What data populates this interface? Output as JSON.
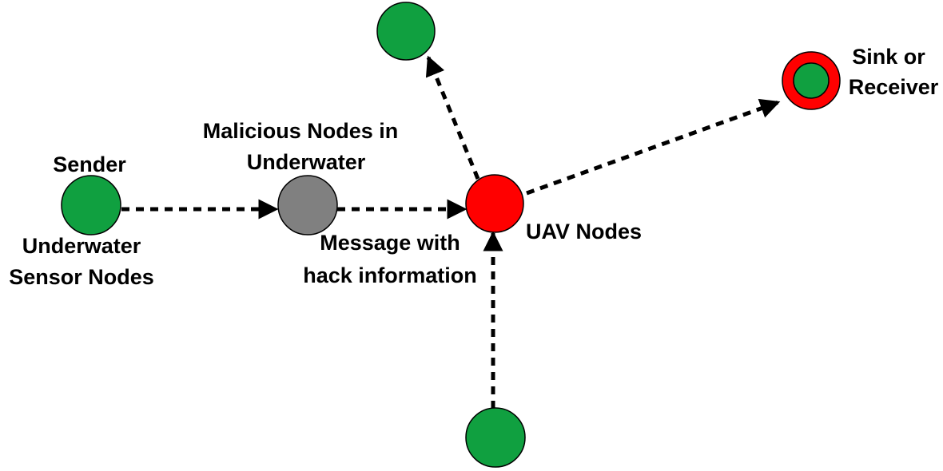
{
  "colors": {
    "sensor_node": "#10a040",
    "malicious_node": "#808080",
    "uav_node": "#ff0000",
    "sink_ring": "#ff0000",
    "sink_core": "#10a040",
    "arrow": "#000000"
  },
  "labels": {
    "sender": "Sender",
    "underwater_sensor_nodes": [
      "Underwater",
      "Sensor Nodes"
    ],
    "malicious_nodes": [
      "Malicious Nodes in",
      "Underwater"
    ],
    "message": [
      "Message with",
      "hack information"
    ],
    "uav_nodes": "UAV Nodes",
    "sink": [
      "Sink or",
      "Receiver"
    ]
  }
}
